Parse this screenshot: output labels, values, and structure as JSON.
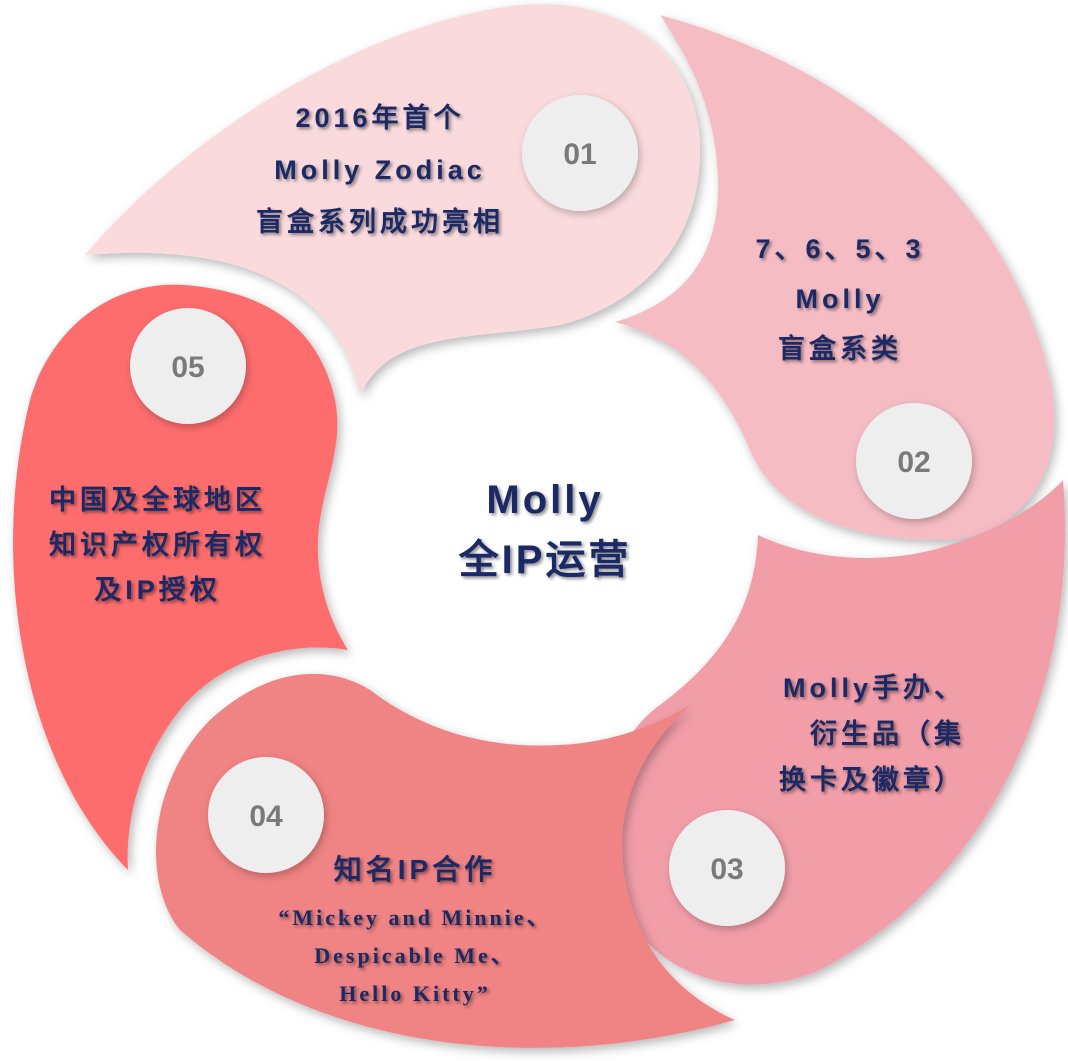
{
  "center": {
    "line1": "Molly",
    "line2": "全IP运营"
  },
  "segments": [
    {
      "number": "01",
      "color": "#fadadd",
      "lines": [
        "2016年首个",
        "Molly Zodiac",
        "盲盒系列成功亮相"
      ]
    },
    {
      "number": "02",
      "color": "#f6bcc4",
      "lines": [
        "7、6、5、3",
        "Molly",
        "盲盒系类"
      ]
    },
    {
      "number": "03",
      "color": "#f29ea9",
      "lines": [
        "Molly手办、",
        "衍生品（集",
        "换卡及徽章）"
      ]
    },
    {
      "number": "04",
      "color": "#f08383",
      "title": "知名IP合作",
      "lines": [
        "“Mickey and Minnie、",
        "Despicable Me、",
        "Hello Kitty”"
      ]
    },
    {
      "number": "05",
      "color": "#fe6d6e",
      "lines": [
        "中国及全球地区",
        "知识产权所有权",
        "及IP授权"
      ]
    }
  ],
  "colors": {
    "text": "#1b2a66",
    "badge_fill": "#eeeeee",
    "badge_text": "#7a7a7a"
  }
}
